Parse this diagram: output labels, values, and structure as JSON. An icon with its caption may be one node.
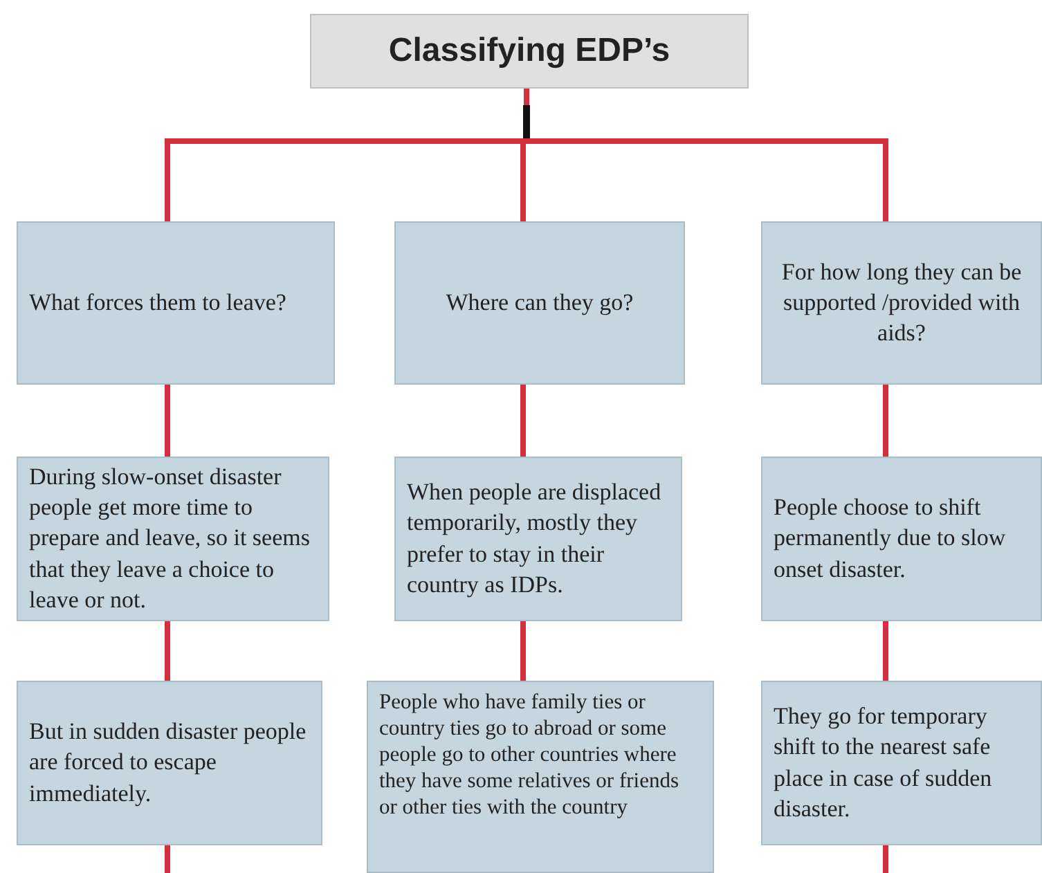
{
  "diagram": {
    "nodes": [
      {
        "text": [
          "Classifying EDP’s"
        ]
      },
      {
        "text": [
          "What forces them to leave?"
        ]
      },
      {
        "text": [
          "Where can they  go?"
        ]
      },
      {
        "text": [
          "For how long they can be supported /provided with aids?"
        ]
      },
      {
        "text": [
          "During slow-onset disaster people get more time to prepare and leave, so it seems that they leave a choice to leave or not."
        ]
      },
      {
        "text": [
          "When people are displaced temporarily, mostly they prefer to stay in their country as IDPs."
        ]
      },
      {
        "text": [
          "People choose to shift permanently due to slow onset disaster."
        ]
      },
      {
        "text": [
          "But in sudden disaster people are forced to escape immediately."
        ]
      },
      {
        "text": [
          "People who have family ties or country ties go to abroad or some people go to other countries where they have some relatives or friends or other ties with the country"
        ]
      },
      {
        "text": [
          "They go for temporary shift to the nearest safe place in case of sudden disaster."
        ]
      }
    ],
    "edges": [
      {
        "from": 0,
        "to": 1,
        "arrow": "none"
      },
      {
        "from": 0,
        "to": 2,
        "arrow": "none"
      },
      {
        "from": 0,
        "to": 3,
        "arrow": "none"
      },
      {
        "from": 1,
        "to": 4,
        "arrow": "none"
      },
      {
        "from": 4,
        "to": 7,
        "arrow": "none"
      },
      {
        "from": 2,
        "to": 5,
        "arrow": "none"
      },
      {
        "from": 5,
        "to": 8,
        "arrow": "none"
      },
      {
        "from": 3,
        "to": 6,
        "arrow": "none"
      },
      {
        "from": 6,
        "to": 9,
        "arrow": "none"
      },
      {
        "from": 7,
        "to": null,
        "arrow": "none"
      },
      {
        "from": 9,
        "to": null,
        "arrow": "none"
      }
    ]
  }
}
